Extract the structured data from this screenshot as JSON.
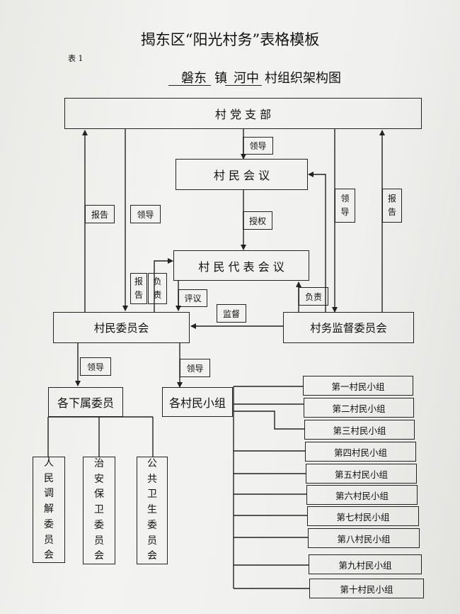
{
  "title": "揭东区“阳光村务”表格模板",
  "table_label": "表 1",
  "subtitle": {
    "town": "磐东",
    "town_suffix": "镇",
    "village": "河中",
    "suffix": "村组织架构图"
  },
  "nodes": {
    "party_branch": "村 党 支 部",
    "villagers_meeting": "村 民 会 议",
    "rep_meeting": "村 民 代 表 会 议",
    "committee": "村民委员会",
    "supervision": "村务监督委员会",
    "subordinate": "各下属委员",
    "groups_parent": "各村民小组"
  },
  "committees": [
    {
      "id": "mediation",
      "chars": [
        "人",
        "民",
        "调",
        "解",
        "委",
        "员",
        "会"
      ]
    },
    {
      "id": "security",
      "chars": [
        "治",
        "安",
        "保",
        "卫",
        "委",
        "员",
        "会"
      ]
    },
    {
      "id": "health",
      "chars": [
        "公",
        "共",
        "卫",
        "生",
        "委",
        "员",
        "会"
      ]
    }
  ],
  "groups": [
    "第一村民小组",
    "第二村民小组",
    "第三村民小组",
    "第四村民小组",
    "第五村民小组",
    "第六村民小组",
    "第七村民小组",
    "第八村民小组",
    "第九村民小组",
    "第十村民小组"
  ],
  "edge_labels": {
    "lead_to_meeting": "领导",
    "authorize": "授权",
    "report_left": "报告",
    "lead_left": "领导",
    "lead_right_chars": [
      "领",
      "导"
    ],
    "report_right_chars": [
      "报",
      "告"
    ],
    "report_small_chars": [
      "报",
      "告"
    ],
    "responsible_small_chars": [
      "负",
      "责"
    ],
    "review": "评议",
    "supervise": "监督",
    "responsible_right": "负责",
    "lead_sub": "领导",
    "lead_groups": "领导"
  }
}
